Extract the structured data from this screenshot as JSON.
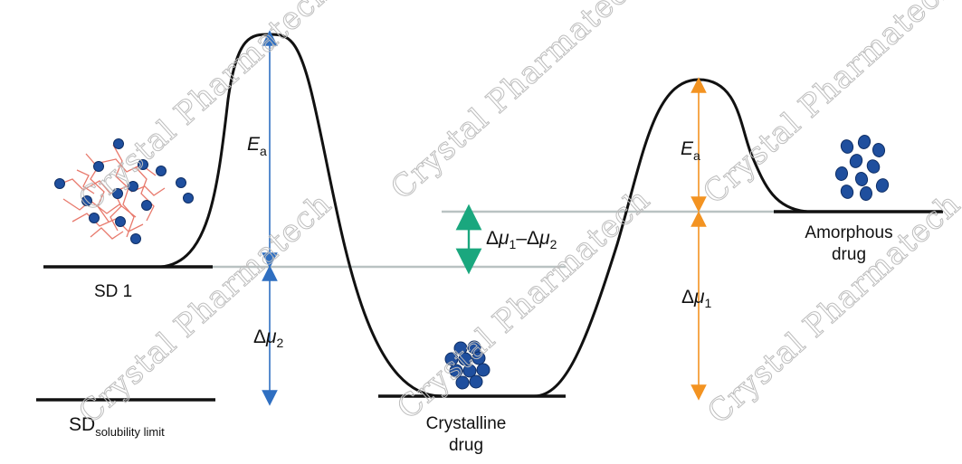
{
  "colors": {
    "curve": "#111111",
    "level": "#111111",
    "guide": "#b9c2c2",
    "arrow_blue": "#2f6fc1",
    "arrow_orange": "#f39321",
    "arrow_green": "#1aa77e",
    "particle": "#1f4f9e",
    "polymer": "#e8796c",
    "watermark": "#bdbdbd"
  },
  "states": {
    "sd1": "SD 1",
    "sd_limit_main": "SD",
    "sd_limit_sub": "solubility limit",
    "crystalline_line1": "Crystalline",
    "crystalline_line2": "drug",
    "amorphous_line1": "Amorphous",
    "amorphous_line2": "drug"
  },
  "energies": {
    "ea_left_main": "E",
    "ea_left_sub": "a",
    "mu2_delta": "Δ",
    "mu2_mu": "μ",
    "mu2_sub": "2",
    "diff_delta1": "Δ",
    "diff_mu1": "μ",
    "diff_sub1": "1",
    "diff_dash": "–Δ",
    "diff_mu2": "μ",
    "diff_sub2": "2",
    "ea_right_main": "E",
    "ea_right_sub": "a",
    "mu1_delta": "Δ",
    "mu1_mu": "μ",
    "mu1_sub": "1"
  },
  "watermark": {
    "text": "Crystal Pharmatech"
  }
}
